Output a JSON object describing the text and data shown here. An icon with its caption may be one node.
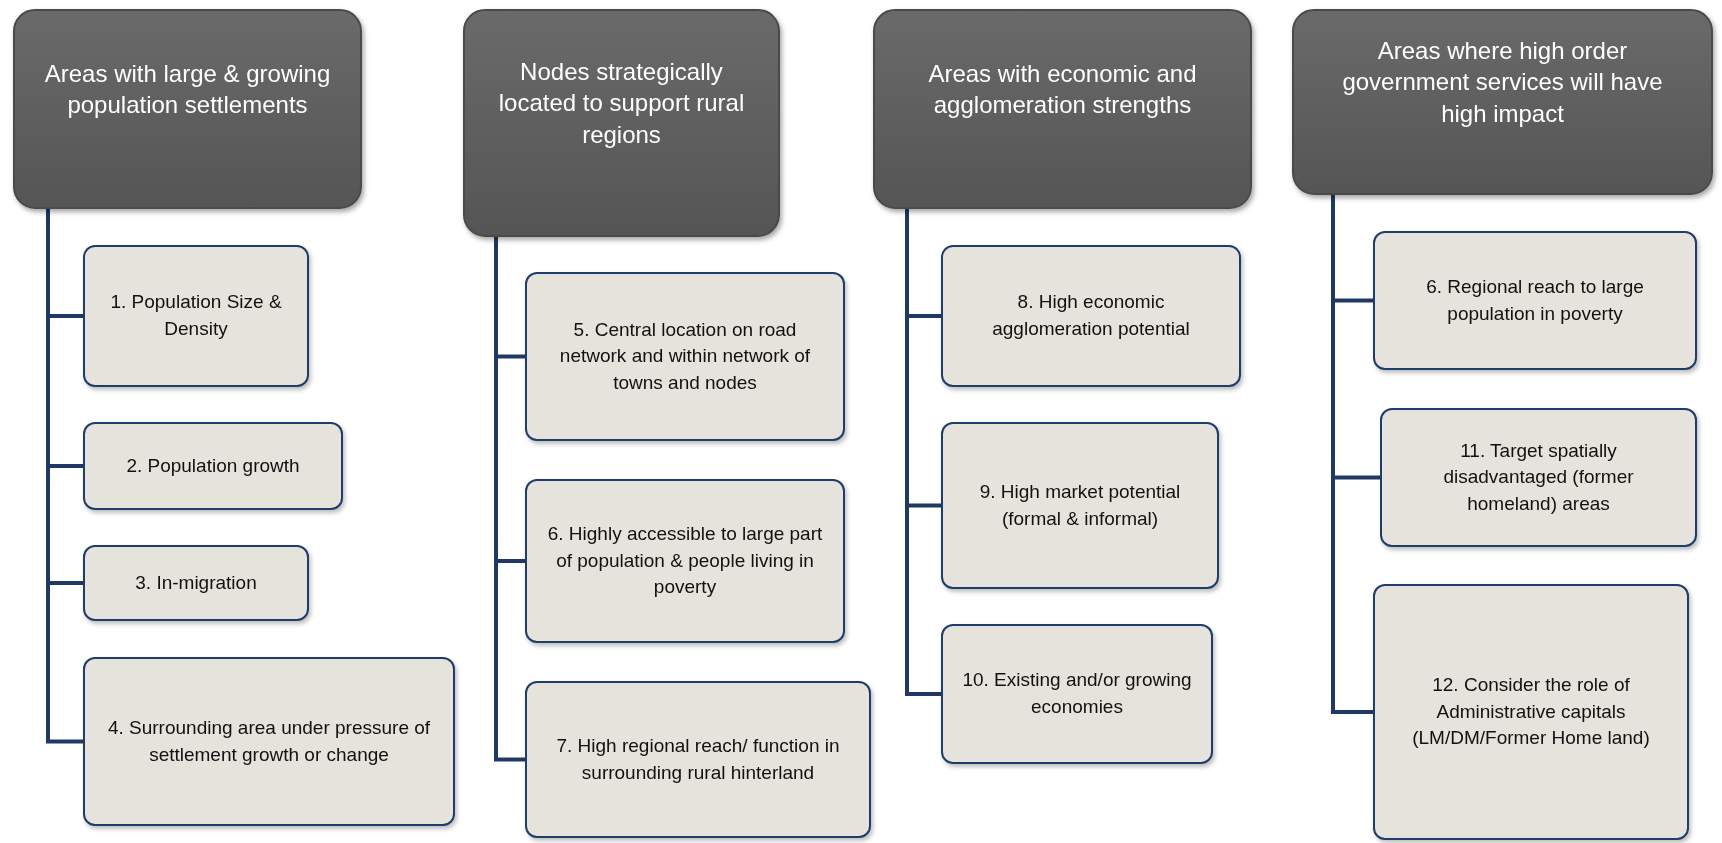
{
  "diagram": {
    "nodes": [
      {
        "text": [
          "Areas with large & growing population settlements"
        ]
      },
      {
        "text": [
          "1. Population Size & Density"
        ]
      },
      {
        "text": [
          "2. Population growth"
        ]
      },
      {
        "text": [
          "3. In-migration"
        ]
      },
      {
        "text": [
          "4. Surrounding area under pressure of settlement growth or change"
        ]
      },
      {
        "text": [
          "Nodes strategically located to support rural regions"
        ]
      },
      {
        "text": [
          "5. Central location on road network and within network of towns and nodes"
        ]
      },
      {
        "text": [
          "6. Highly  accessible to large part of population & people living in poverty"
        ]
      },
      {
        "text": [
          "7. High regional reach/ function in surrounding rural hinterland"
        ]
      },
      {
        "text": [
          "Areas with economic and agglomeration strengths"
        ]
      },
      {
        "text": [
          "8. High economic agglomeration potential"
        ]
      },
      {
        "text": [
          "9. High market potential (formal & informal)"
        ]
      },
      {
        "text": [
          "10. Existing and/or growing economies"
        ]
      },
      {
        "text": [
          "Areas where high order government services will have high impact"
        ]
      },
      {
        "text": [
          "6. Regional reach to large population in poverty"
        ]
      },
      {
        "text": [
          "11. Target spatially disadvantaged (former homeland) areas"
        ]
      },
      {
        "text": [
          "12. Consider the role of Administrative capitals (LM/DM/Former Home land)"
        ]
      }
    ],
    "edges": [
      {
        "from": 0,
        "to": 1,
        "arrow": "none"
      },
      {
        "from": 0,
        "to": 2,
        "arrow": "none"
      },
      {
        "from": 0,
        "to": 3,
        "arrow": "none"
      },
      {
        "from": 0,
        "to": 4,
        "arrow": "none"
      },
      {
        "from": 5,
        "to": 6,
        "arrow": "none"
      },
      {
        "from": 5,
        "to": 7,
        "arrow": "none"
      },
      {
        "from": 5,
        "to": 8,
        "arrow": "none"
      },
      {
        "from": 9,
        "to": 10,
        "arrow": "none"
      },
      {
        "from": 9,
        "to": 11,
        "arrow": "none"
      },
      {
        "from": 9,
        "to": 12,
        "arrow": "none"
      },
      {
        "from": 13,
        "to": 14,
        "arrow": "none"
      },
      {
        "from": 13,
        "to": 15,
        "arrow": "none"
      },
      {
        "from": 13,
        "to": 16,
        "arrow": "none"
      }
    ]
  }
}
